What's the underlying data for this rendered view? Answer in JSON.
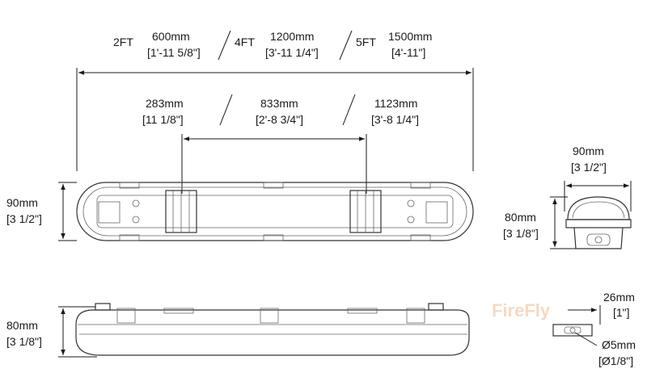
{
  "overall_length": {
    "ft_2": "2FT",
    "mm_2": "600mm",
    "in_2": "[1'-11 5/8\"]",
    "ft_4": "4FT",
    "mm_4": "1200mm",
    "in_4": "[3'-11 1/4\"]",
    "ft_5": "5FT",
    "mm_5": "1500mm",
    "in_5": "[4'-11\"]"
  },
  "clip_spacing": {
    "mm_a": "283mm",
    "in_a": "[11 1/8\"]",
    "mm_b": "833mm",
    "in_b": "[2'-8 3/4\"]",
    "mm_c": "1123mm",
    "in_c": "[3'-8 1/4\"]"
  },
  "top_view_width": {
    "mm": "90mm",
    "in": "[3 1/2\"]"
  },
  "end_view": {
    "width_mm": "90mm",
    "width_in": "[3 1/2\"]",
    "height_mm": "80mm",
    "height_in": "[3 1/8\"]"
  },
  "side_view_height": {
    "mm": "80mm",
    "in": "[3 1/8\"]"
  },
  "mount_clip": {
    "width_mm": "26mm",
    "width_in": "[1\"]",
    "hole_mm": "Ø5mm",
    "hole_in": "[Ø1/8\"]"
  },
  "watermark": "FireFly",
  "colors": {
    "line": "#1a1a1a",
    "outline": "#333333",
    "watermark": "#f7d9c2"
  }
}
